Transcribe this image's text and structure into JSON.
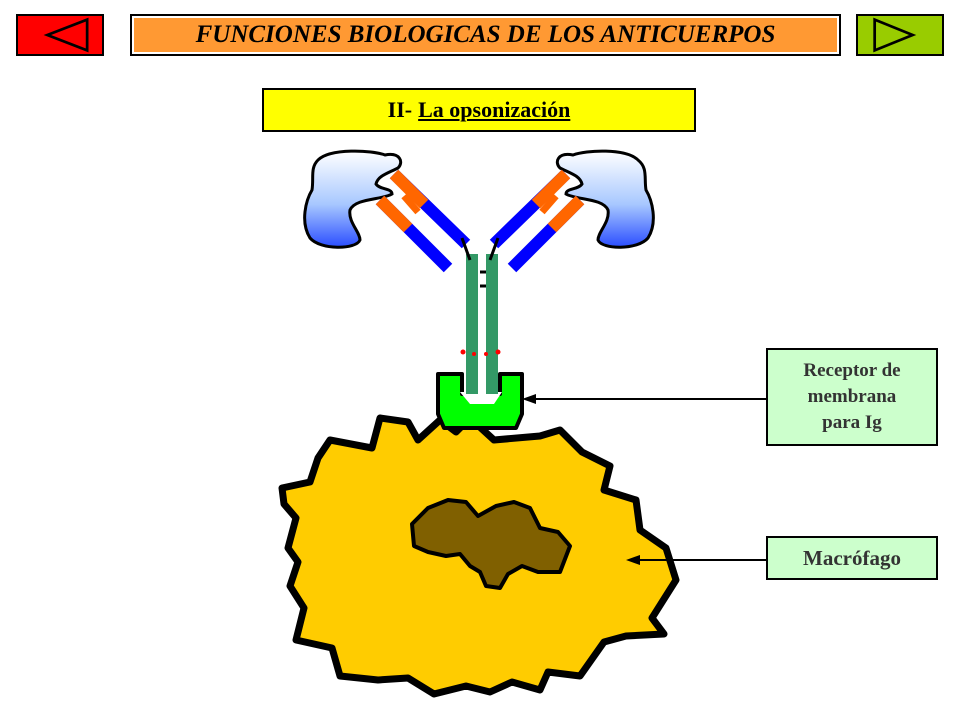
{
  "header": {
    "title": "FUNCIONES BIOLOGICAS DE LOS ANTICUERPOS",
    "prev_icon": "triangle-left-icon",
    "next_icon": "triangle-right-icon"
  },
  "section": {
    "number": "II-",
    "name": "La opsonización"
  },
  "labels": {
    "receptor": "Receptor de\nmembrana\npara Ig",
    "macrophage": "Macrófago"
  },
  "colors": {
    "title_bg": "#ff9933",
    "subtitle_bg": "#ffff00",
    "prev_bg": "#ff0000",
    "next_bg": "#99cc00",
    "label_bg": "#ccffcc",
    "heavy_chain": "#339966",
    "light_chain_blue": "#0000ff",
    "constant_orange": "#ff6600",
    "antigen_blue": "#99ccff",
    "receptor_green": "#00ff00",
    "macrophage_cytoplasm": "#ffcc00",
    "nucleus": "#806000"
  }
}
